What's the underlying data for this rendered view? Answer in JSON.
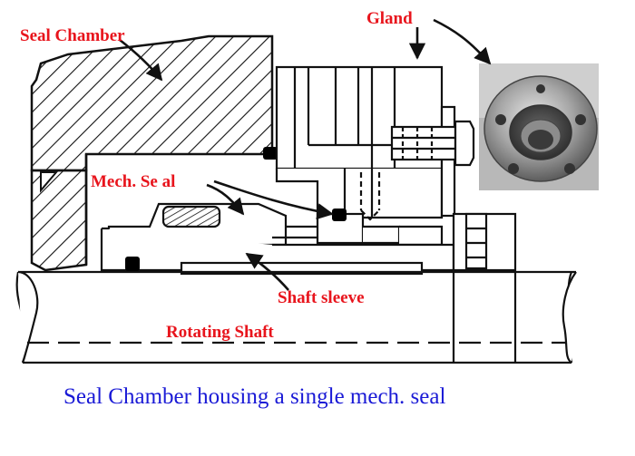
{
  "labels": {
    "seal_chamber": "Seal Chamber",
    "gland": "Gland",
    "mech_seal": "Mech. Se al",
    "shaft_sleeve": "Shaft sleeve",
    "rotating_shaft": "Rotating Shaft"
  },
  "caption": "Seal Chamber housing a single mech. seal",
  "colors": {
    "label": "#e8141c",
    "caption": "#1a1ad6",
    "line": "#111111",
    "seal_ring": "#000000"
  }
}
